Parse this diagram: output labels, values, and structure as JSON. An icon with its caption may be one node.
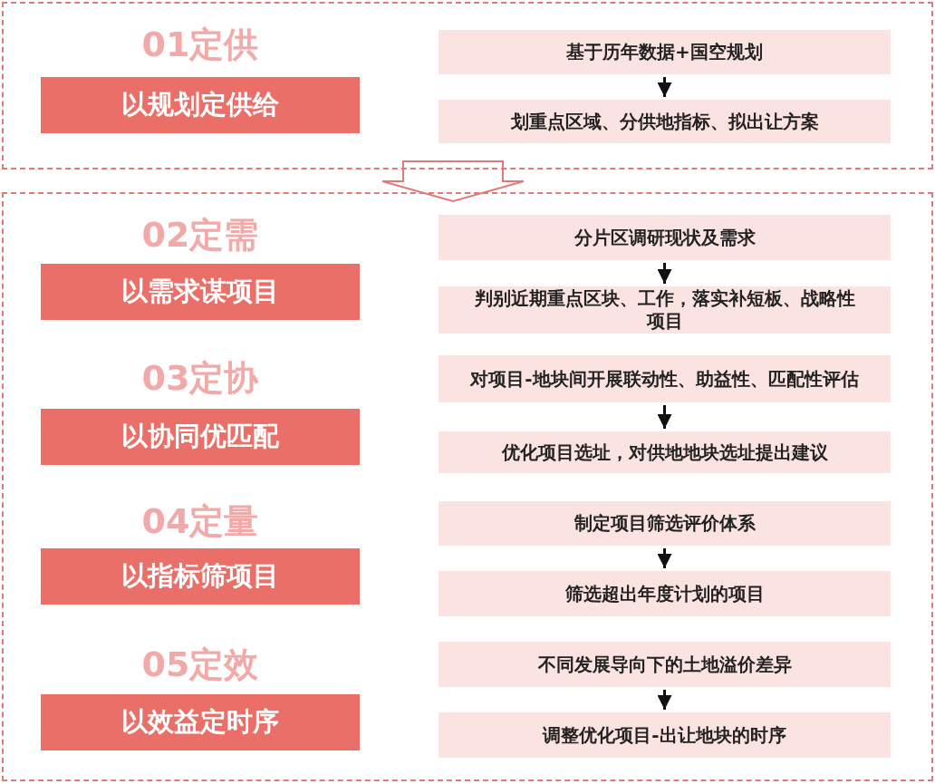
{
  "diagram": {
    "nodes": [
      {
        "text": [],
        "shape": "box"
      },
      {
        "text": [
          "01定供",
          "以规划定供给"
        ],
        "in": 0
      },
      {
        "text": [
          "基于历年数据+国空规划"
        ],
        "in": 0
      },
      {
        "text": [
          "划重点区域、分供地指标、拟出让方案"
        ],
        "in": 0
      },
      {
        "text": [],
        "shape": "box"
      },
      {
        "text": [
          "02定需",
          "以需求谋项目"
        ],
        "in": 4
      },
      {
        "text": [
          "分片区调研现状及需求"
        ],
        "in": 4
      },
      {
        "text": [
          "判别近期重点区块、工作，落实补短板、战略性项目"
        ],
        "in": 4
      },
      {
        "text": [
          "03定协",
          "以协同优匹配"
        ],
        "in": 4
      },
      {
        "text": [
          "对项目-地块间开展联动性、助益性、匹配性评估"
        ],
        "in": 4
      },
      {
        "text": [
          "优化项目选址，对供地地块选址提出建议"
        ],
        "in": 4
      },
      {
        "text": [
          "04定量",
          "以指标筛项目"
        ],
        "in": 4
      },
      {
        "text": [
          "制定项目筛选评价体系"
        ],
        "in": 4
      },
      {
        "text": [
          "筛选超出年度计划的项目"
        ],
        "in": 4
      },
      {
        "text": [
          "05定效",
          "以效益定时序"
        ],
        "in": 4
      },
      {
        "text": [
          "不同发展导向下的土地溢价差异"
        ],
        "in": 4
      },
      {
        "text": [
          "调整优化项目-出让地块的时序"
        ],
        "in": 4
      }
    ],
    "edges": [
      {
        "from": 0,
        "to": 4,
        "arrow": "to",
        "style": "thick"
      },
      {
        "from": 2,
        "to": 3,
        "arrow": "to"
      },
      {
        "from": 6,
        "to": 7,
        "arrow": "to"
      },
      {
        "from": 9,
        "to": 10,
        "arrow": "to"
      },
      {
        "from": 12,
        "to": 13,
        "arrow": "to"
      },
      {
        "from": 15,
        "to": 16,
        "arrow": "to"
      }
    ]
  }
}
